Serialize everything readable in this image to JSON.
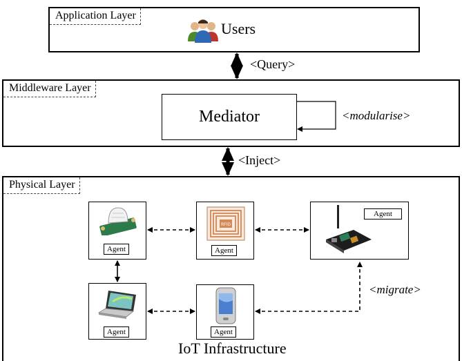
{
  "layers": {
    "application": {
      "label": "Application Layer",
      "users_label": "Users"
    },
    "middleware": {
      "label": "Middleware Layer",
      "mediator_label": "Mediator",
      "self_loop_label": "<modularise>"
    },
    "physical": {
      "label": "Physical Layer",
      "caption": "IoT Infrastructure",
      "migrate_label": "<migrate>"
    }
  },
  "connectors": {
    "query_label": "<Query>",
    "inject_label": "<Inject>"
  },
  "devices": [
    {
      "icon": "motion-sensor-icon",
      "agent_label": "Agent"
    },
    {
      "icon": "rfid-tag-icon",
      "agent_label": "Agent"
    },
    {
      "icon": "wireless-board-icon",
      "agent_label": "Agent"
    },
    {
      "icon": "laptop-icon",
      "agent_label": "Agent"
    },
    {
      "icon": "smartphone-icon",
      "agent_label": "Agent"
    }
  ]
}
